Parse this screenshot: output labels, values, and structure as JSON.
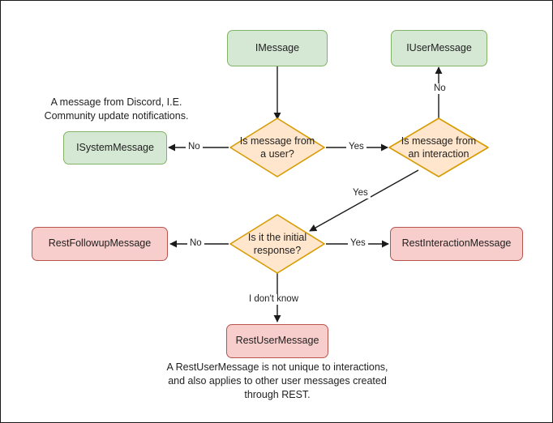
{
  "diagram": {
    "title": "Discord message type decision flowchart",
    "colors": {
      "green_fill": "#d5e8d4",
      "green_stroke": "#82b366",
      "orange_fill": "#ffe6cc",
      "orange_stroke": "#d79b00",
      "red_fill": "#f8cecc",
      "red_stroke": "#b85450",
      "edge_stroke": "#1a1a1a",
      "canvas_border": "#1a1a1a",
      "background": "#ffffff"
    },
    "nodes": [
      {
        "id": "imessage",
        "label": "IMessage",
        "shape": "rounded-rect",
        "color": "green"
      },
      {
        "id": "iusermessage",
        "label": "IUserMessage",
        "shape": "rounded-rect",
        "color": "green"
      },
      {
        "id": "isystemmessage",
        "label": "ISystemMessage",
        "shape": "rounded-rect",
        "color": "green"
      },
      {
        "id": "q-from-user",
        "label": "Is message from a user?",
        "shape": "diamond",
        "color": "orange"
      },
      {
        "id": "q-from-interaction",
        "label": "Is message from an interaction",
        "shape": "diamond",
        "color": "orange"
      },
      {
        "id": "q-initial-response",
        "label": "Is it the initial response?",
        "shape": "diamond",
        "color": "orange"
      },
      {
        "id": "restfollowupmessage",
        "label": "RestFollowupMessage",
        "shape": "rounded-rect",
        "color": "red"
      },
      {
        "id": "restinteractionmessage",
        "label": "RestInteractionMessage",
        "shape": "rounded-rect",
        "color": "red"
      },
      {
        "id": "restusermessage",
        "label": "RestUserMessage",
        "shape": "rounded-rect",
        "color": "red"
      }
    ],
    "edges": [
      {
        "id": "e1",
        "from": "imessage",
        "to": "q-from-user",
        "label": ""
      },
      {
        "id": "e2",
        "from": "q-from-user",
        "to": "isystemmessage",
        "label": "No"
      },
      {
        "id": "e3",
        "from": "q-from-user",
        "to": "q-from-interaction",
        "label": "Yes"
      },
      {
        "id": "e4",
        "from": "q-from-interaction",
        "to": "iusermessage",
        "label": "No"
      },
      {
        "id": "e5",
        "from": "q-from-interaction",
        "to": "q-initial-response",
        "label": "Yes"
      },
      {
        "id": "e6",
        "from": "q-initial-response",
        "to": "restfollowupmessage",
        "label": "No"
      },
      {
        "id": "e7",
        "from": "q-initial-response",
        "to": "restinteractionmessage",
        "label": "Yes"
      },
      {
        "id": "e8",
        "from": "q-initial-response",
        "to": "restusermessage",
        "label": "I don't know"
      }
    ],
    "notes": [
      {
        "id": "note-system",
        "line1": "A message from Discord, I.E.",
        "line2": "Community update notifications."
      },
      {
        "id": "note-restuser",
        "line1": "A RestUserMessage is not unique to interactions,",
        "line2": "and also applies to other user messages created",
        "line3": "through REST."
      }
    ],
    "labels": {
      "imessage": "IMessage",
      "iusermessage": "IUserMessage",
      "isystemmessage": "ISystemMessage",
      "q_from_user_line1": "Is message from",
      "q_from_user_line2": "a user?",
      "q_from_interaction_line1": "Is message from",
      "q_from_interaction_line2": "an interaction",
      "q_initial_line1": "Is it the initial",
      "q_initial_line2": "response?",
      "restfollowupmessage": "RestFollowupMessage",
      "restinteractionmessage": "RestInteractionMessage",
      "restusermessage": "RestUserMessage",
      "edge_no_1": "No",
      "edge_yes_1": "Yes",
      "edge_no_2": "No",
      "edge_yes_2": "Yes",
      "edge_no_3": "No",
      "edge_yes_3": "Yes",
      "edge_idk": "I don't know"
    }
  }
}
